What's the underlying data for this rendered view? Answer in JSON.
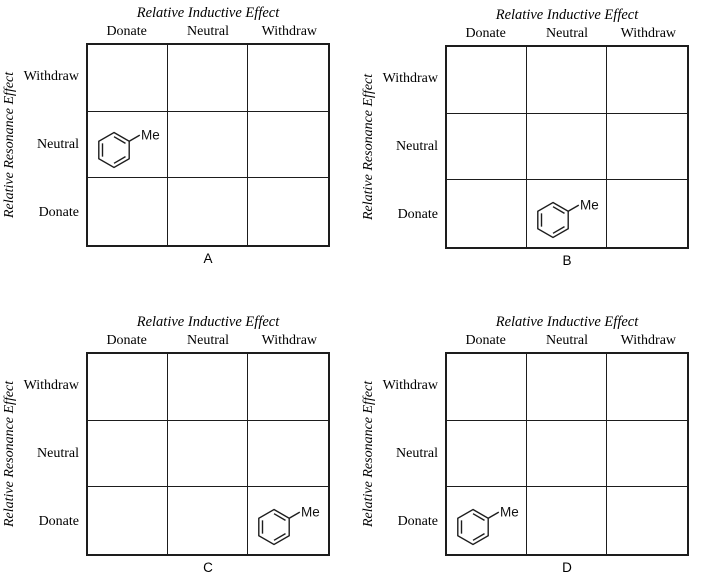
{
  "figure": {
    "background": "#ffffff",
    "line_color": "#1d1d1d",
    "text_color": "#000000",
    "description": "Four 3x3 effect-classification grids labeled A-D, each placing a toluene structure in one cell"
  },
  "molecule": {
    "name": "toluene-skeletal-structure",
    "substituent_label": "Me"
  },
  "panels": [
    {
      "label": "A",
      "x_axis_title": "Relative Inductive Effect",
      "y_axis_title": "Relative Resonance Effect",
      "column_headers": [
        "Donate",
        "Neutral",
        "Withdraw"
      ],
      "row_labels": [
        "Withdraw",
        "Neutral",
        "Donate"
      ],
      "molecule": {
        "substituent_label": "Me",
        "row": 1,
        "col": 0,
        "row_label": "Neutral",
        "col_label": "Donate"
      }
    },
    {
      "label": "B",
      "x_axis_title": "Relative Inductive Effect",
      "y_axis_title": "Relative Resonance Effect",
      "column_headers": [
        "Donate",
        "Neutral",
        "Withdraw"
      ],
      "row_labels": [
        "Withdraw",
        "Neutral",
        "Donate"
      ],
      "molecule": {
        "substituent_label": "Me",
        "row": 2,
        "col": 1,
        "row_label": "Donate",
        "col_label": "Neutral"
      }
    },
    {
      "label": "C",
      "x_axis_title": "Relative Inductive Effect",
      "y_axis_title": "Relative Resonance Effect",
      "column_headers": [
        "Donate",
        "Neutral",
        "Withdraw"
      ],
      "row_labels": [
        "Withdraw",
        "Neutral",
        "Donate"
      ],
      "molecule": {
        "substituent_label": "Me",
        "row": 2,
        "col": 2,
        "row_label": "Donate",
        "col_label": "Withdraw"
      }
    },
    {
      "label": "D",
      "x_axis_title": "Relative Inductive Effect",
      "y_axis_title": "Relative Resonance Effect",
      "column_headers": [
        "Donate",
        "Neutral",
        "Withdraw"
      ],
      "row_labels": [
        "Withdraw",
        "Neutral",
        "Donate"
      ],
      "molecule": {
        "substituent_label": "Me",
        "row": 2,
        "col": 0,
        "row_label": "Donate",
        "col_label": "Donate"
      }
    }
  ]
}
